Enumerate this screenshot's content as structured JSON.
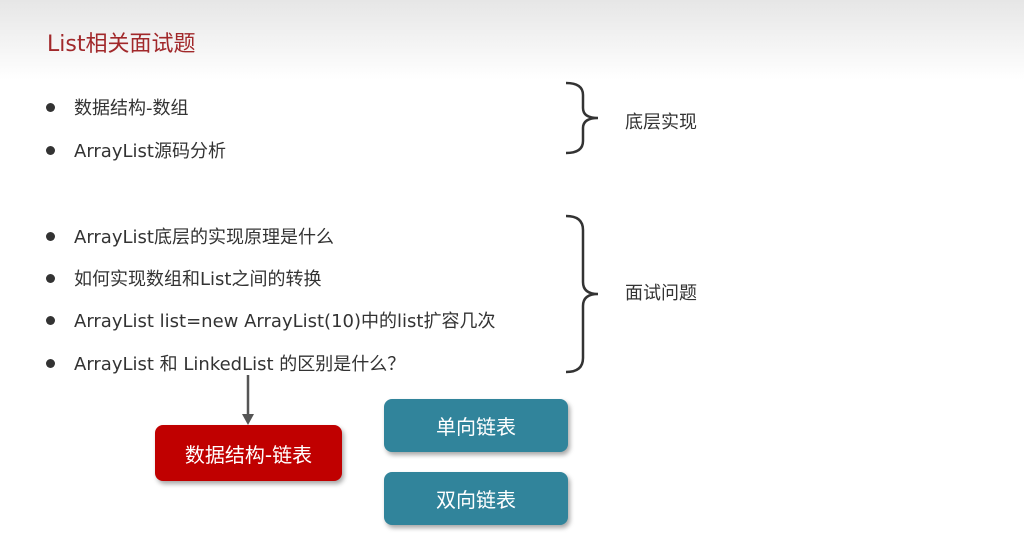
{
  "title": "List相关面试题",
  "group1": {
    "items": [
      "数据结构-数组",
      "ArrayList源码分析"
    ],
    "label": "底层实现"
  },
  "group2": {
    "items": [
      "ArrayList底层的实现原理是什么",
      "如何实现数组和List之间的转换",
      "ArrayList list=new ArrayList(10)中的list扩容几次",
      "ArrayList 和 LinkedList 的区别是什么？"
    ],
    "label": "面试问题"
  },
  "boxes": {
    "main": "数据结构-链表",
    "single": "单向链表",
    "double": "双向链表"
  },
  "colors": {
    "title": "#a1282a",
    "red": "#c00000",
    "teal": "#31849b"
  }
}
